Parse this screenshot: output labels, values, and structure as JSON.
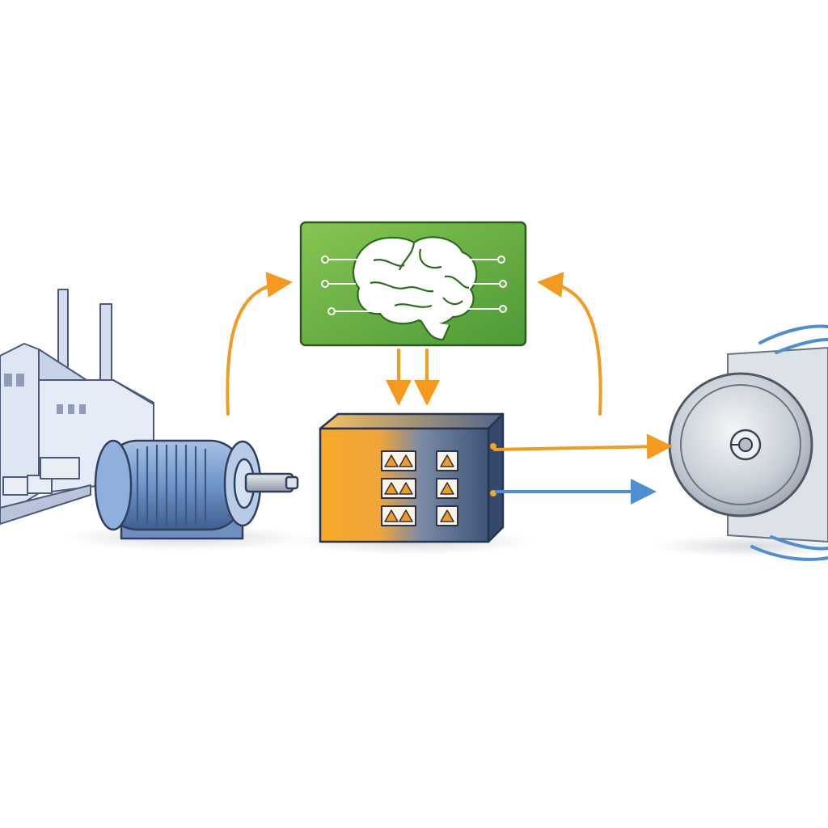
{
  "diagram": {
    "nodes": [
      {
        "id": "factory",
        "icon": "factory-icon"
      },
      {
        "id": "motor",
        "icon": "electric-motor-icon"
      },
      {
        "id": "ai-controller",
        "icon": "brain-circuit-icon"
      },
      {
        "id": "control-box",
        "icon": "control-panel-icon",
        "indicator_count": 6
      },
      {
        "id": "flywheel",
        "icon": "flywheel-icon"
      }
    ],
    "edges": [
      {
        "from": "motor",
        "to": "ai-controller",
        "color": "orange"
      },
      {
        "from": "flywheel",
        "to": "ai-controller",
        "color": "orange"
      },
      {
        "from": "ai-controller",
        "to": "control-box",
        "color": "orange",
        "count": 2
      },
      {
        "from": "control-box",
        "to": "flywheel",
        "color": "orange"
      },
      {
        "from": "control-box",
        "to": "flywheel",
        "color": "blue"
      }
    ]
  },
  "colors": {
    "orange": "#f39a1f",
    "blue": "#4f8fd0",
    "green_panel": "#5fa83c",
    "box_orange": "#f5a623",
    "box_navy": "#3c5273",
    "factory": "#e4eaf5",
    "motor": "#6f94c9",
    "steel": "#c9d1da"
  }
}
